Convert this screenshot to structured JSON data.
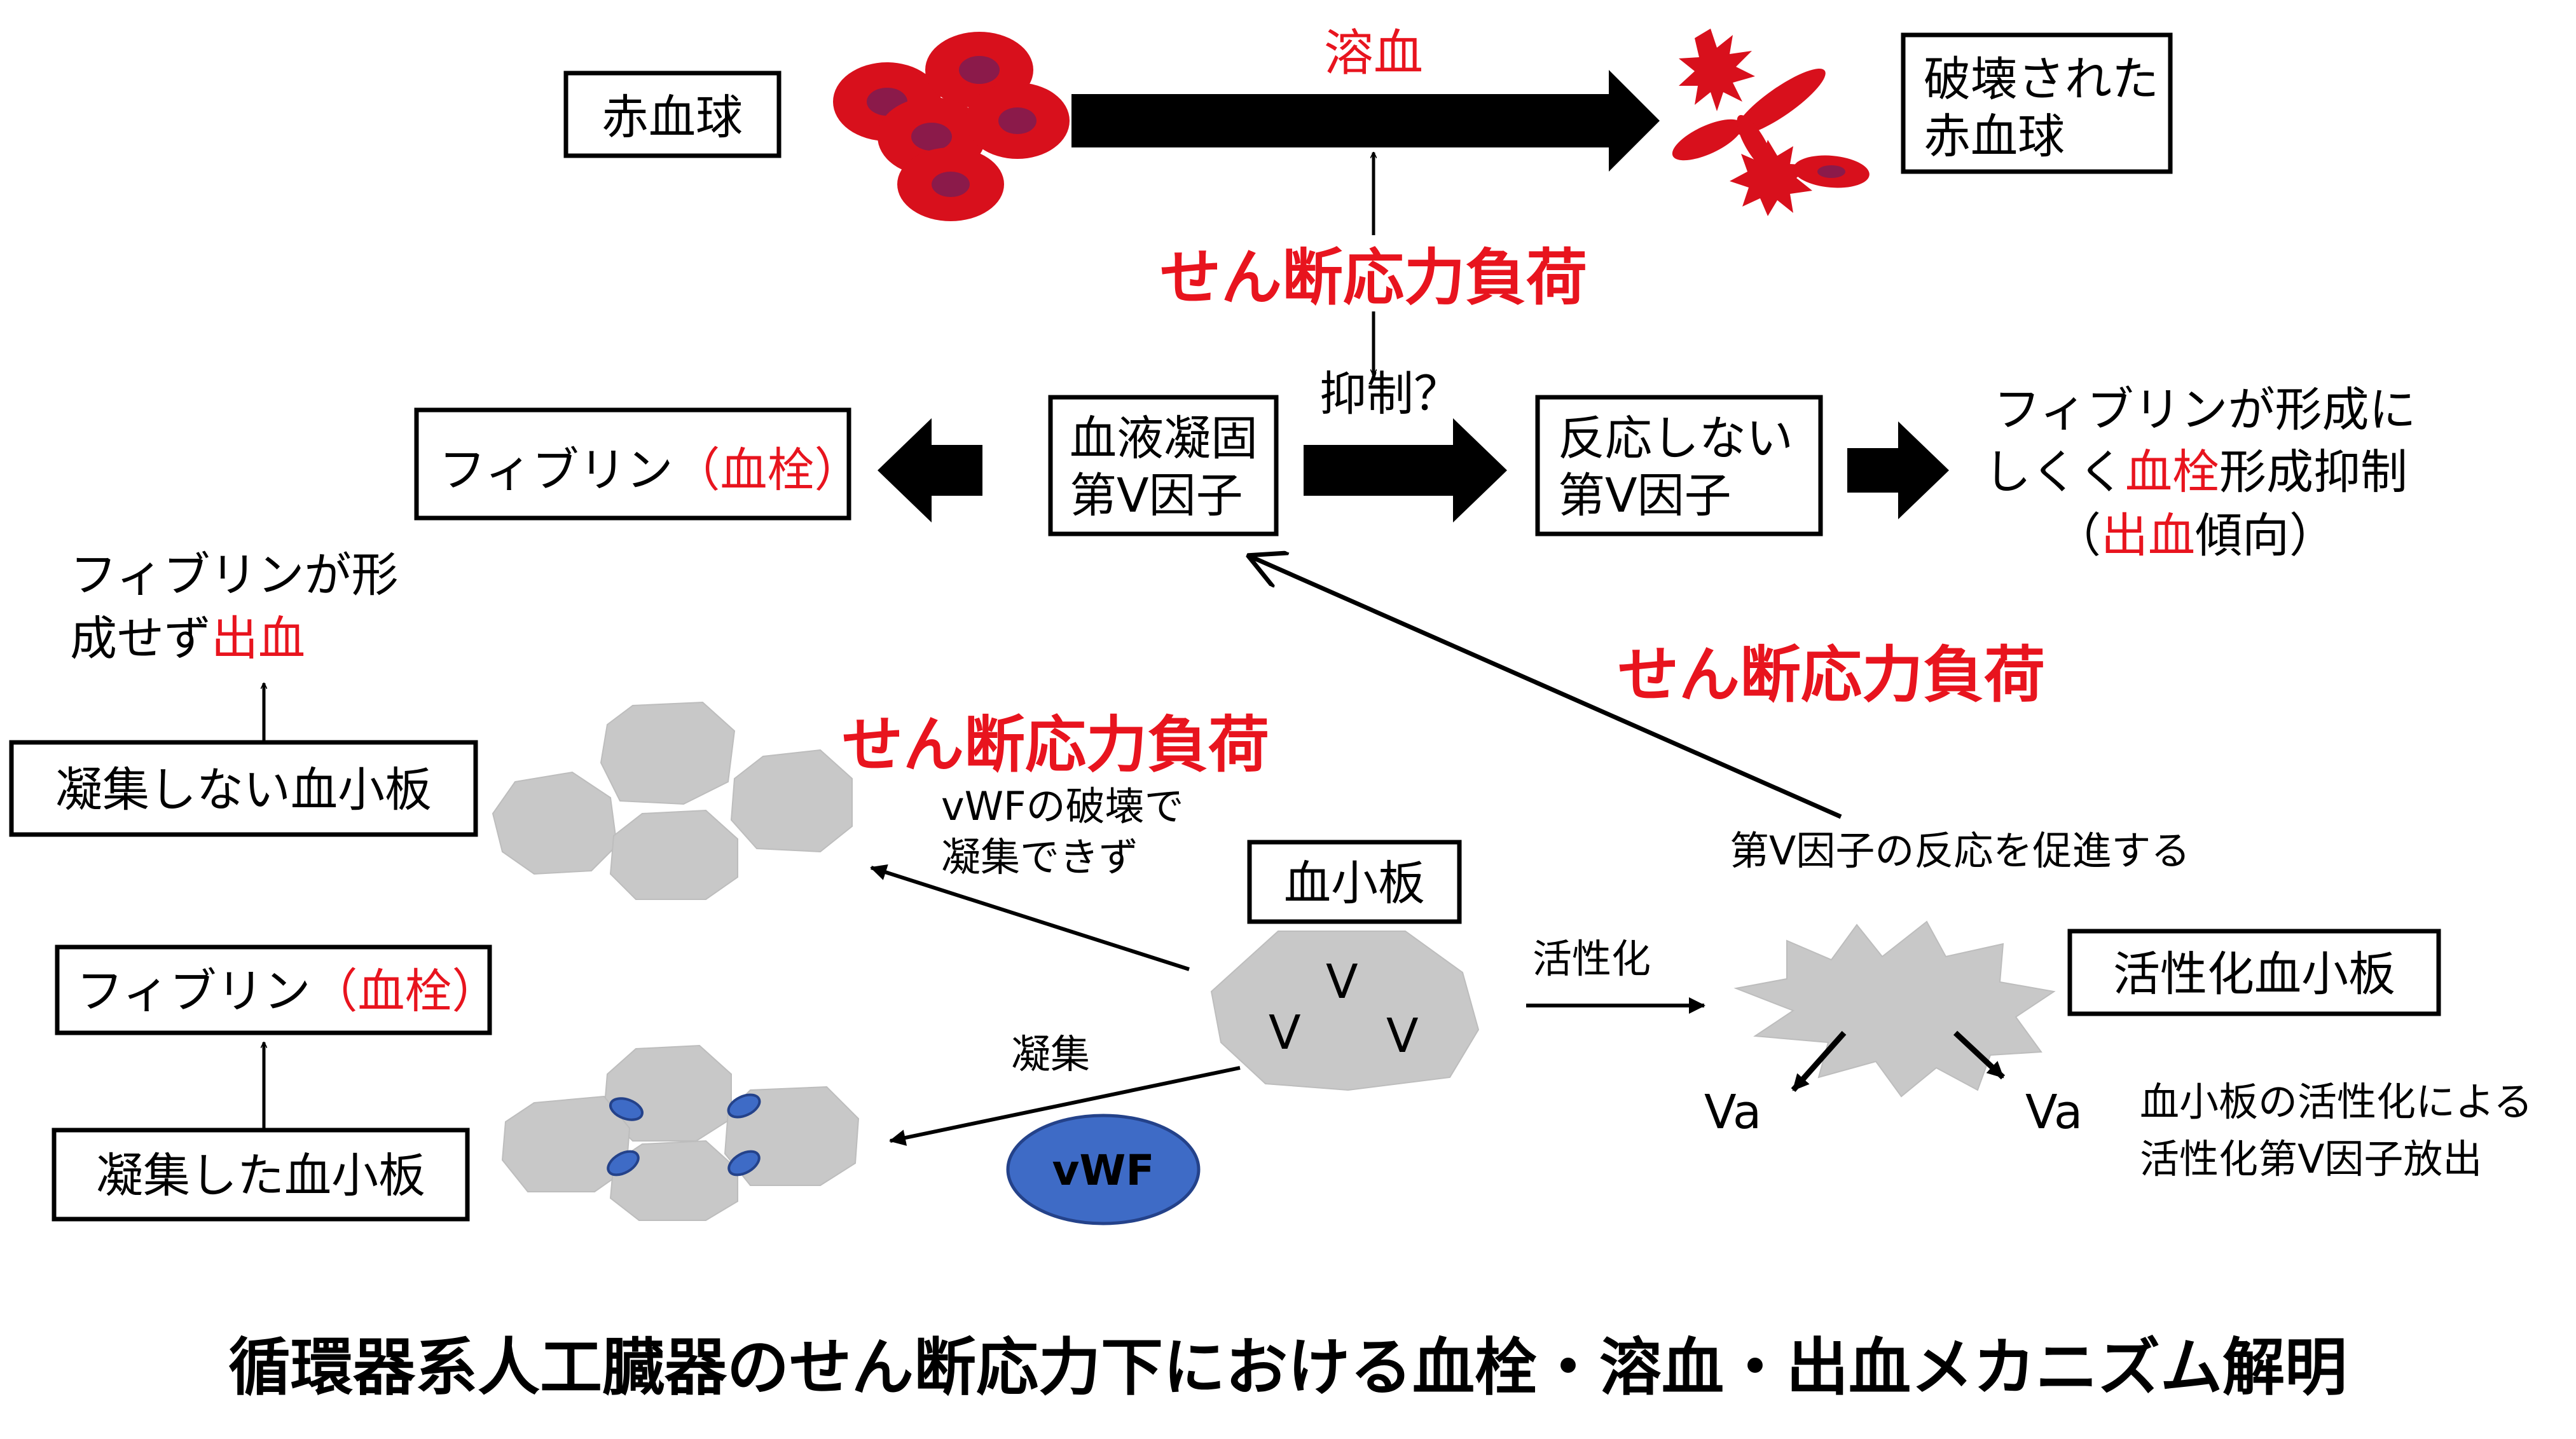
{
  "labels": {
    "rbc_box": "赤血球",
    "hemolysis": "溶血",
    "destroyed_rbc": [
      "破壊された",
      "赤血球"
    ],
    "shear_stress": "せん断応力負荷",
    "inhibition": "抑制？",
    "factor_v": [
      "血液凝固",
      "第V因子"
    ],
    "fibrin_prefix": "フィブリン",
    "fibrin_paren_open": "（",
    "fibrin_red": "血栓",
    "fibrin_paren_close": "）",
    "nonreactive_factor_v": [
      "反応しない",
      "第V因子"
    ],
    "result_line1": "フィブリンが形成に",
    "result_line2_a": "しくく",
    "result_line2_red": "血栓",
    "result_line2_b": "形成抑制",
    "result_line3_a": "（",
    "result_line3_red": "出血",
    "result_line3_b": "傾向）",
    "no_fibrin_line1": "フィブリンが形",
    "no_fibrin_line2_a": "成せず",
    "no_fibrin_line2_red": "出血",
    "non_aggregated_platelets": "凝集しない血小板",
    "vwf_broken": [
      "vWFの破壊で",
      "凝集できず"
    ],
    "platelet": "血小板",
    "v_letter": "V",
    "activation": "活性化",
    "promote_factor_v": "第V因子の反応を促進する",
    "activated_platelet": "活性化血小板",
    "va": "Va",
    "release_note": [
      "血小板の活性化による",
      "活性化第V因子放出"
    ],
    "aggregation": "凝集",
    "vwf": "vWF",
    "aggregated_platelets": "凝集した血小板"
  },
  "title": "循環器系人工臓器のせん断応力下における血栓・溶血・出血メカニズム解明",
  "colors": {
    "emphasis_red": "#e8141e",
    "rbc_red": "#d8101c",
    "platelet_gray": "#c8c8c8",
    "vwf_blue": "#3e6bc6"
  }
}
